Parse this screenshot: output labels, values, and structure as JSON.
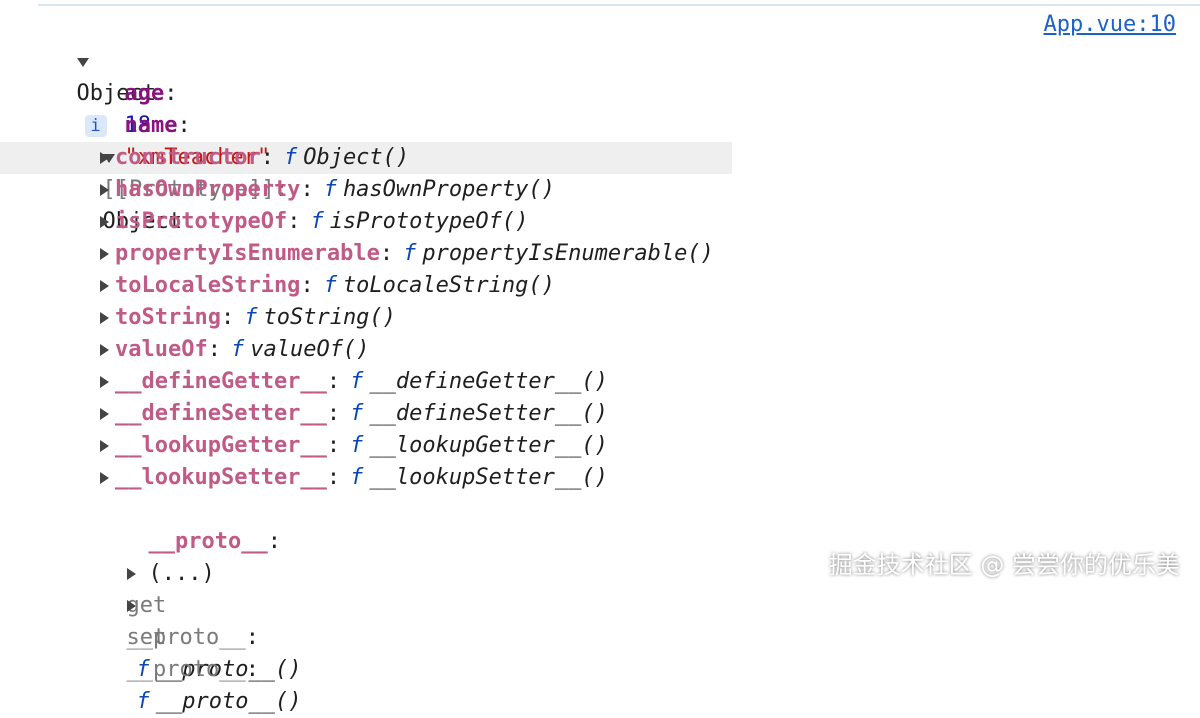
{
  "source_link": "App.vue:10",
  "root": {
    "label": "Object",
    "info_badge": "i"
  },
  "own_props": [
    {
      "key": "age",
      "value": "18",
      "type": "number"
    },
    {
      "key": "name",
      "value": "\"xmTeacher\"",
      "type": "string"
    }
  ],
  "prototype": {
    "label": "[[Prototype]]",
    "value": "Object"
  },
  "proto_methods": [
    {
      "key": "constructor",
      "fname": "Object()"
    },
    {
      "key": "hasOwnProperty",
      "fname": "hasOwnProperty()"
    },
    {
      "key": "isPrototypeOf",
      "fname": "isPrototypeOf()"
    },
    {
      "key": "propertyIsEnumerable",
      "fname": "propertyIsEnumerable()"
    },
    {
      "key": "toLocaleString",
      "fname": "toLocaleString()"
    },
    {
      "key": "toString",
      "fname": "toString()"
    },
    {
      "key": "valueOf",
      "fname": "valueOf()"
    },
    {
      "key": "__defineGetter__",
      "fname": "__defineGetter__()"
    },
    {
      "key": "__defineSetter__",
      "fname": "__defineSetter__()"
    },
    {
      "key": "__lookupGetter__",
      "fname": "__lookupGetter__()"
    },
    {
      "key": "__lookupSetter__",
      "fname": "__lookupSetter__()"
    }
  ],
  "proto_accessor": {
    "key": "__proto__",
    "value": "(...)"
  },
  "accessors": [
    {
      "prefix": "get",
      "key": "__proto__",
      "fname": "__proto__()"
    },
    {
      "prefix": "set",
      "key": "__proto__",
      "fname": "__proto__()"
    }
  ],
  "f_keyword": "f",
  "colon": ":",
  "watermark": "掘金技术社区 @ 尝尝你的优乐美",
  "colors": {
    "own_key": "#881280",
    "proto_key": "#c05a86",
    "string": "#c41a16",
    "number": "#1a1aa6",
    "link": "#1a61c9"
  }
}
